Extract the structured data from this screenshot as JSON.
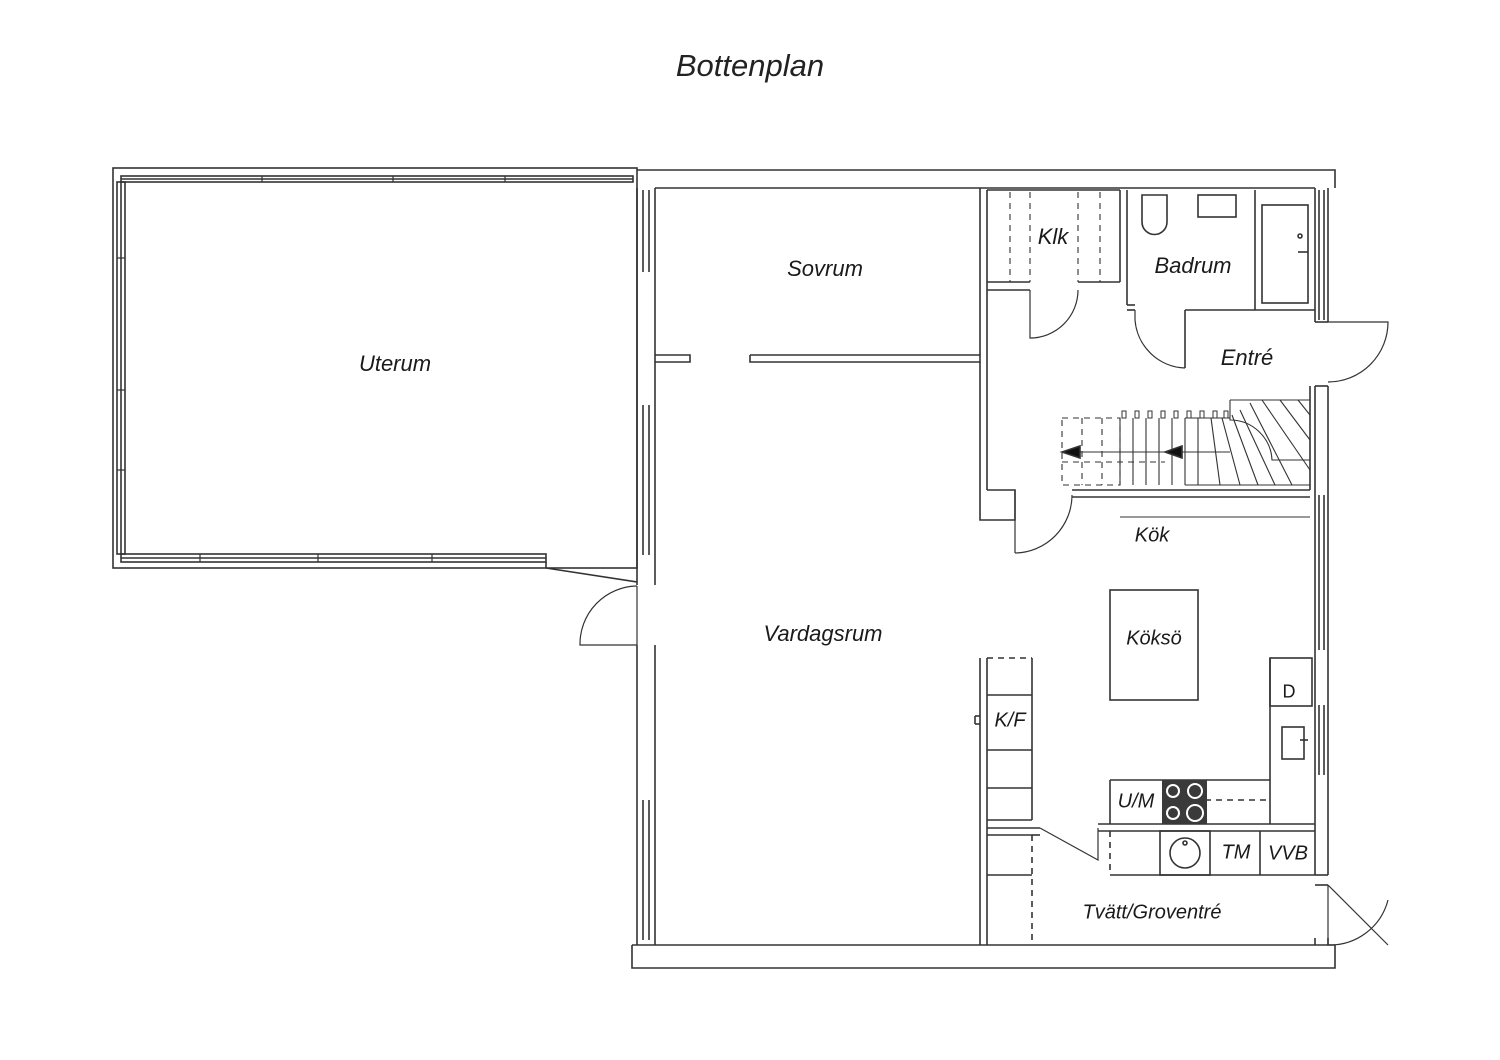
{
  "title": "Bottenplan",
  "rooms": {
    "uterum": "Uterum",
    "sovrum": "Sovrum",
    "klk": "Klk",
    "badrum": "Badrum",
    "entre": "Entré",
    "kok": "Kök",
    "koksö": "Köksö",
    "vardagsrum": "Vardagsrum",
    "kf": "K/F",
    "um": "U/M",
    "d": "D",
    "tm": "TM",
    "vvb": "VVB",
    "tvatt": "Tvätt/Groventré"
  },
  "colors": {
    "line": "#333333",
    "hob": "#3a3a3a"
  }
}
